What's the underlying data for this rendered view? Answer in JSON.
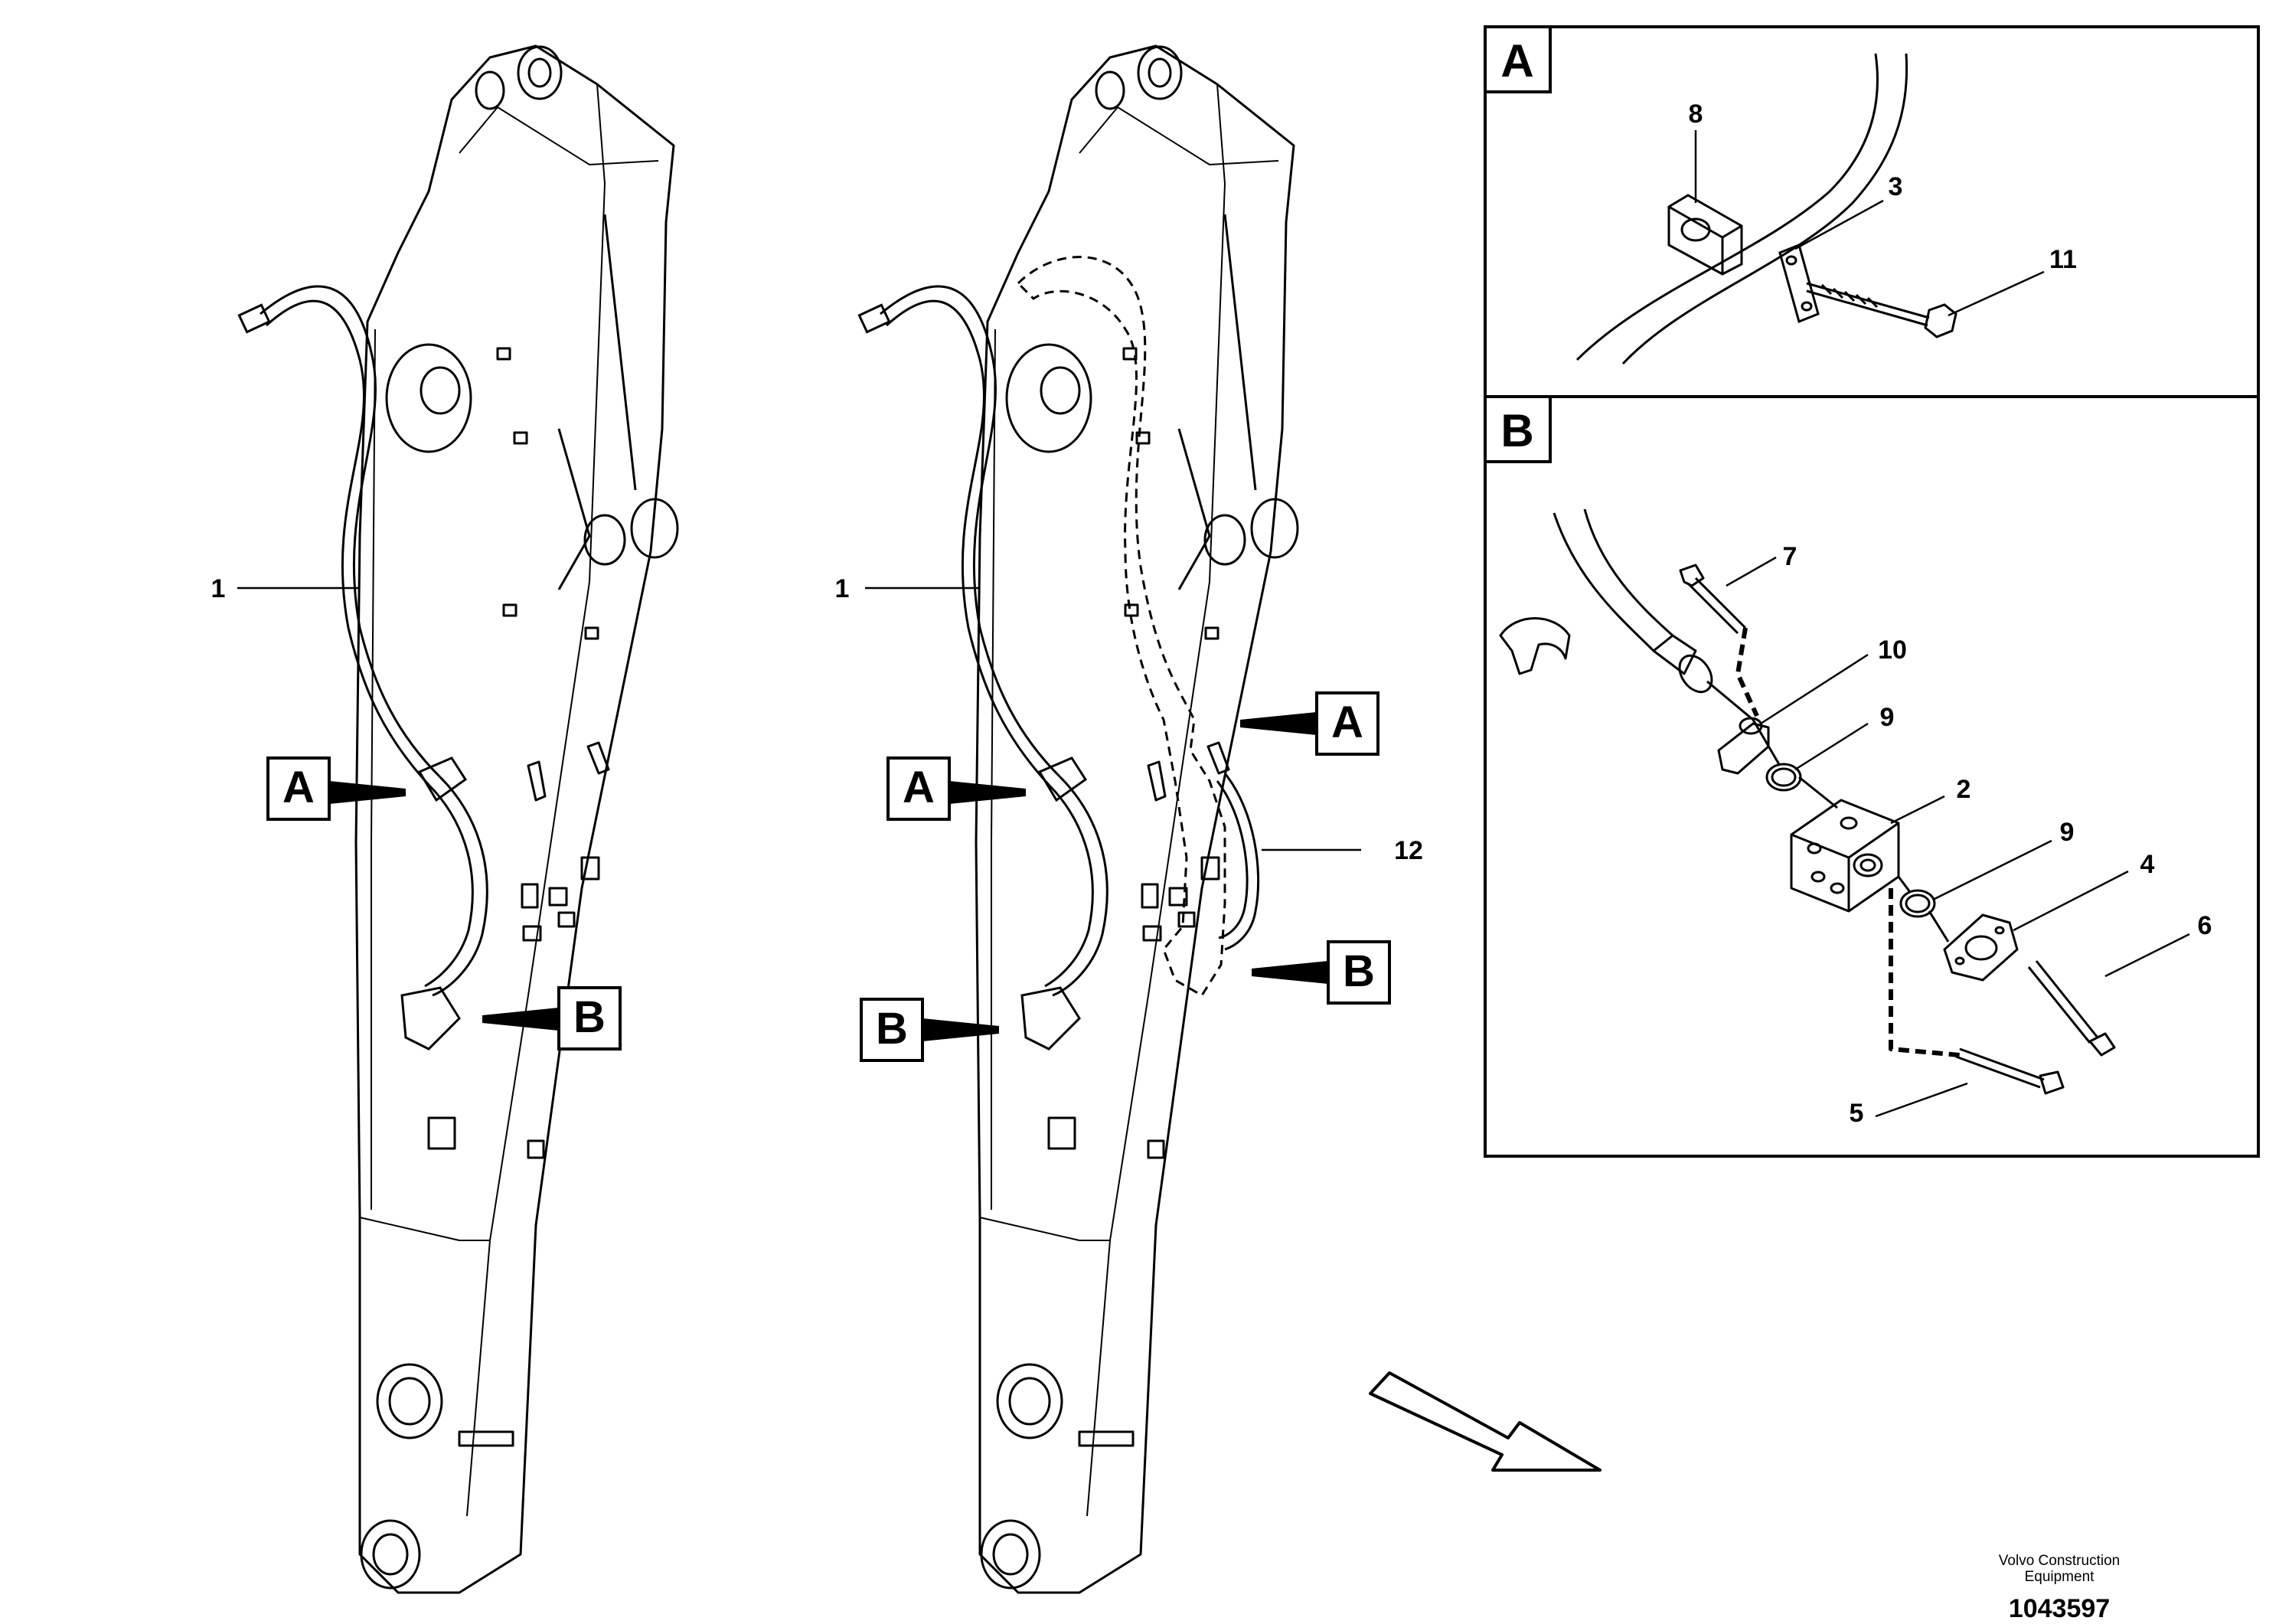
{
  "views": {
    "left_callouts": {
      "part_1": "1",
      "view_a": "A",
      "view_b": "B"
    },
    "right_callouts": {
      "part_1": "1",
      "view_a_left": "A",
      "view_b_left": "B",
      "view_a_right": "A",
      "view_b_right": "B",
      "part_12": "12"
    }
  },
  "detail_a": {
    "title": "A",
    "parts": {
      "p8": "8",
      "p3": "3",
      "p11": "11"
    }
  },
  "detail_b": {
    "title": "B",
    "parts": {
      "p7": "7",
      "p10": "10",
      "p9a": "9",
      "p2": "2",
      "p9b": "9",
      "p4": "4",
      "p6": "6",
      "p5": "5"
    }
  },
  "footer": {
    "brand_line1": "Volvo Construction",
    "brand_line2": "Equipment",
    "drawing_number": "1043597"
  }
}
